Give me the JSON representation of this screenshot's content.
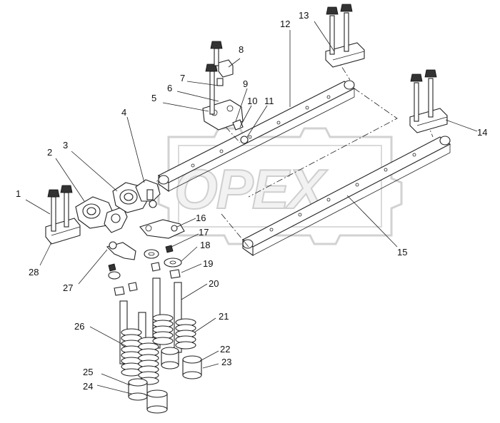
{
  "watermark": {
    "text": "OPEX"
  },
  "callouts": [
    "1",
    "2",
    "3",
    "4",
    "5",
    "6",
    "7",
    "8",
    "9",
    "10",
    "11",
    "12",
    "13",
    "14",
    "15",
    "16",
    "17",
    "18",
    "19",
    "20",
    "21",
    "22",
    "23",
    "24",
    "25",
    "26",
    "27",
    "28"
  ]
}
